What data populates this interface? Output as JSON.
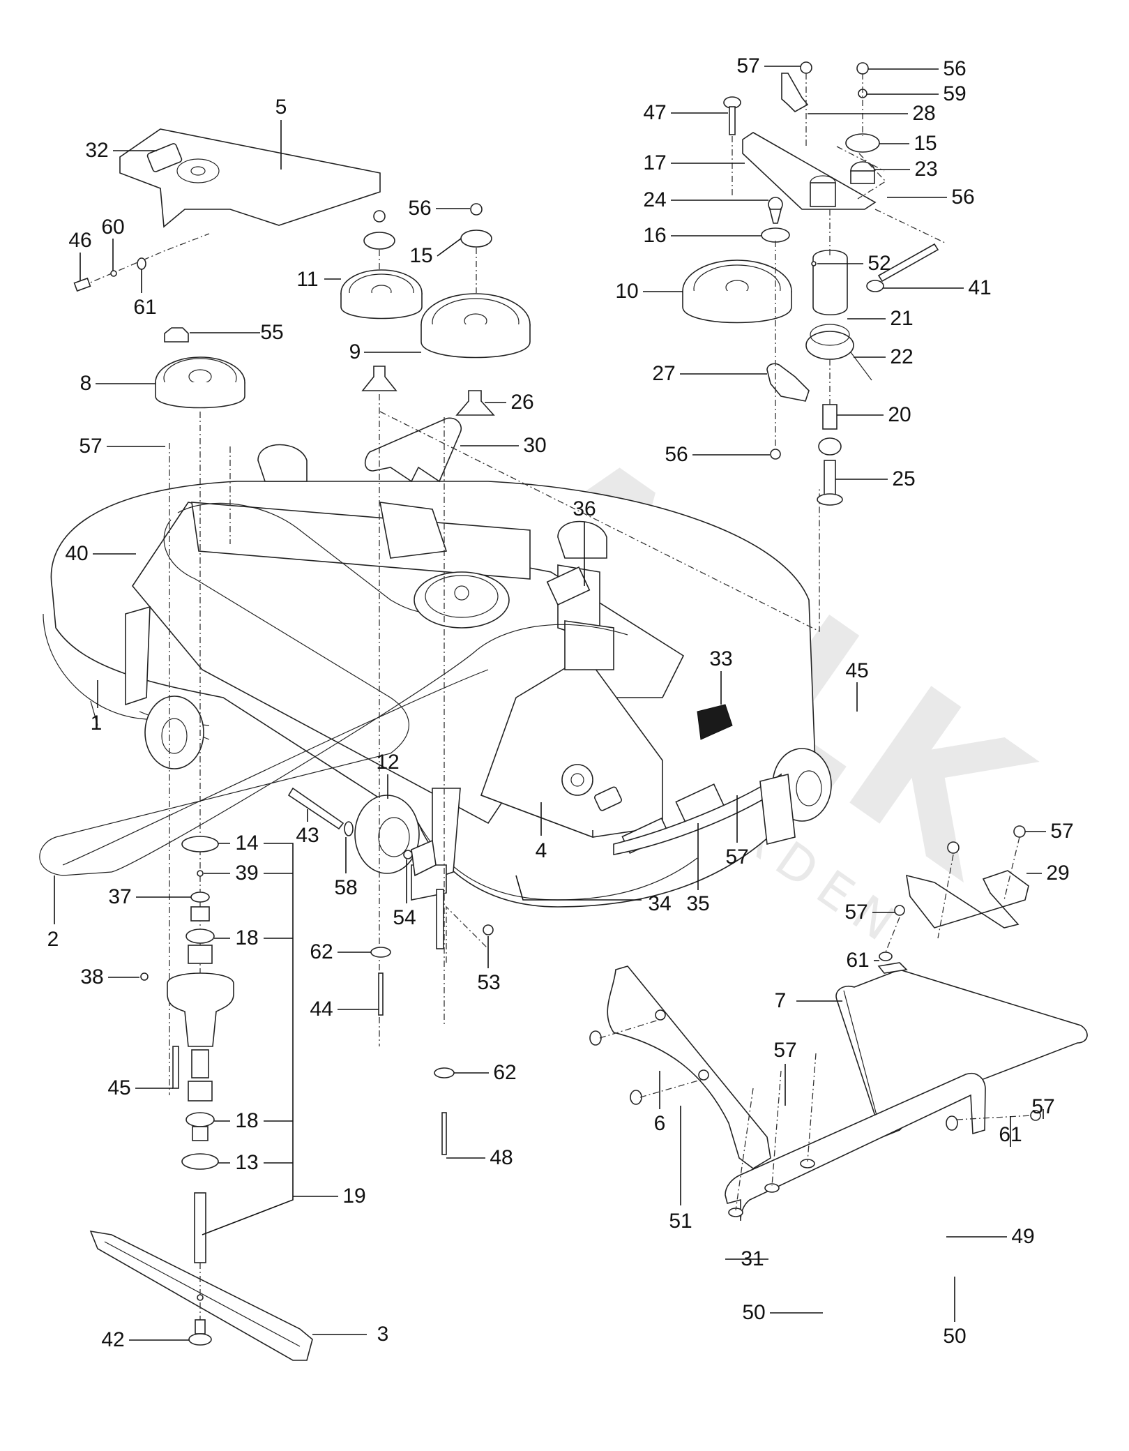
{
  "document": {
    "type": "exploded parts diagram",
    "subject": "mower deck assembly",
    "watermark_text": "GARDEN"
  },
  "callouts": [
    {
      "id": "c5",
      "number": "5"
    },
    {
      "id": "c32",
      "number": "32"
    },
    {
      "id": "c46",
      "number": "46"
    },
    {
      "id": "c60",
      "number": "60"
    },
    {
      "id": "c61a",
      "number": "61"
    },
    {
      "id": "c11",
      "number": "11"
    },
    {
      "id": "c56a",
      "number": "56"
    },
    {
      "id": "c15a",
      "number": "15"
    },
    {
      "id": "c9",
      "number": "9"
    },
    {
      "id": "c8",
      "number": "8"
    },
    {
      "id": "c55",
      "number": "55"
    },
    {
      "id": "c26",
      "number": "26"
    },
    {
      "id": "c30",
      "number": "30"
    },
    {
      "id": "c57a",
      "number": "57"
    },
    {
      "id": "c40",
      "number": "40"
    },
    {
      "id": "c36",
      "number": "36"
    },
    {
      "id": "c1",
      "number": "1"
    },
    {
      "id": "c33",
      "number": "33"
    },
    {
      "id": "c45a",
      "number": "45"
    },
    {
      "id": "c12",
      "number": "12"
    },
    {
      "id": "c43",
      "number": "43"
    },
    {
      "id": "c58",
      "number": "58"
    },
    {
      "id": "c4",
      "number": "4"
    },
    {
      "id": "c34",
      "number": "34"
    },
    {
      "id": "c35",
      "number": "35"
    },
    {
      "id": "c57b",
      "number": "57"
    },
    {
      "id": "c14",
      "number": "14"
    },
    {
      "id": "c39",
      "number": "39"
    },
    {
      "id": "c37",
      "number": "37"
    },
    {
      "id": "c18a",
      "number": "18"
    },
    {
      "id": "c2",
      "number": "2"
    },
    {
      "id": "c54",
      "number": "54"
    },
    {
      "id": "c53",
      "number": "53"
    },
    {
      "id": "c62a",
      "number": "62"
    },
    {
      "id": "c44",
      "number": "44"
    },
    {
      "id": "c38",
      "number": "38"
    },
    {
      "id": "c45b",
      "number": "45"
    },
    {
      "id": "c18b",
      "number": "18"
    },
    {
      "id": "c13",
      "number": "13"
    },
    {
      "id": "c19",
      "number": "19"
    },
    {
      "id": "c62b",
      "number": "62"
    },
    {
      "id": "c48",
      "number": "48"
    },
    {
      "id": "c3",
      "number": "3"
    },
    {
      "id": "c42",
      "number": "42"
    },
    {
      "id": "c57c",
      "number": "57"
    },
    {
      "id": "c56b",
      "number": "56"
    },
    {
      "id": "c59",
      "number": "59"
    },
    {
      "id": "c47",
      "number": "47"
    },
    {
      "id": "c28",
      "number": "28"
    },
    {
      "id": "c15b",
      "number": "15"
    },
    {
      "id": "c17",
      "number": "17"
    },
    {
      "id": "c23",
      "number": "23"
    },
    {
      "id": "c24",
      "number": "24"
    },
    {
      "id": "c56c",
      "number": "56"
    },
    {
      "id": "c16",
      "number": "16"
    },
    {
      "id": "c52",
      "number": "52"
    },
    {
      "id": "c10",
      "number": "10"
    },
    {
      "id": "c41",
      "number": "41"
    },
    {
      "id": "c21",
      "number": "21"
    },
    {
      "id": "c22",
      "number": "22"
    },
    {
      "id": "c27",
      "number": "27"
    },
    {
      "id": "c20",
      "number": "20"
    },
    {
      "id": "c56d",
      "number": "56"
    },
    {
      "id": "c25",
      "number": "25"
    },
    {
      "id": "c57d",
      "number": "57"
    },
    {
      "id": "c29",
      "number": "29"
    },
    {
      "id": "c57e",
      "number": "57"
    },
    {
      "id": "c61b",
      "number": "61"
    },
    {
      "id": "c7",
      "number": "7"
    },
    {
      "id": "c6",
      "number": "6"
    },
    {
      "id": "c57f",
      "number": "57"
    },
    {
      "id": "c51",
      "number": "51"
    },
    {
      "id": "c57g",
      "number": "57"
    },
    {
      "id": "c61c",
      "number": "61"
    },
    {
      "id": "c49",
      "number": "49"
    },
    {
      "id": "c31",
      "number": "31"
    },
    {
      "id": "c50a",
      "number": "50"
    },
    {
      "id": "c50b",
      "number": "50"
    }
  ]
}
